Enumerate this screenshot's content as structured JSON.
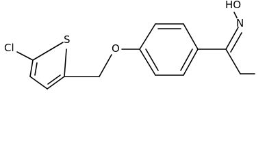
{
  "molecule": {
    "atom_labels": {
      "chlorine": "Cl",
      "sulfur": "S",
      "ether_oxygen": "O",
      "hydroxyl": "HO",
      "oxime_nitrogen": "N"
    }
  },
  "colors": {
    "bond": "#000000",
    "background": "#ffffff"
  }
}
